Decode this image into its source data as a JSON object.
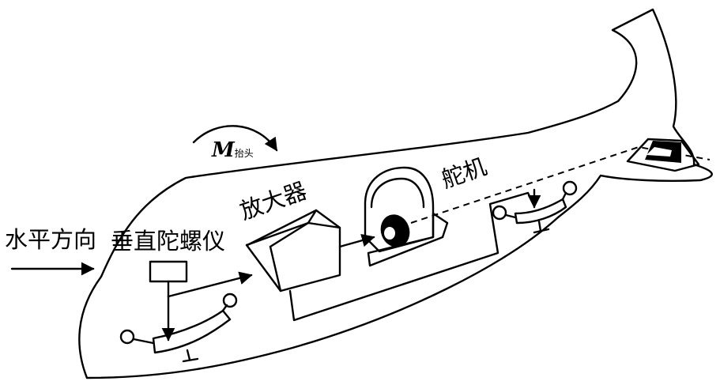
{
  "labels": {
    "horizontal_direction": "水平方向",
    "vertical_gyro": "垂直陀螺仪",
    "amplifier": "放大器",
    "servo": "舵机",
    "moment_symbol": "M",
    "moment_subscript": "抬头"
  }
}
